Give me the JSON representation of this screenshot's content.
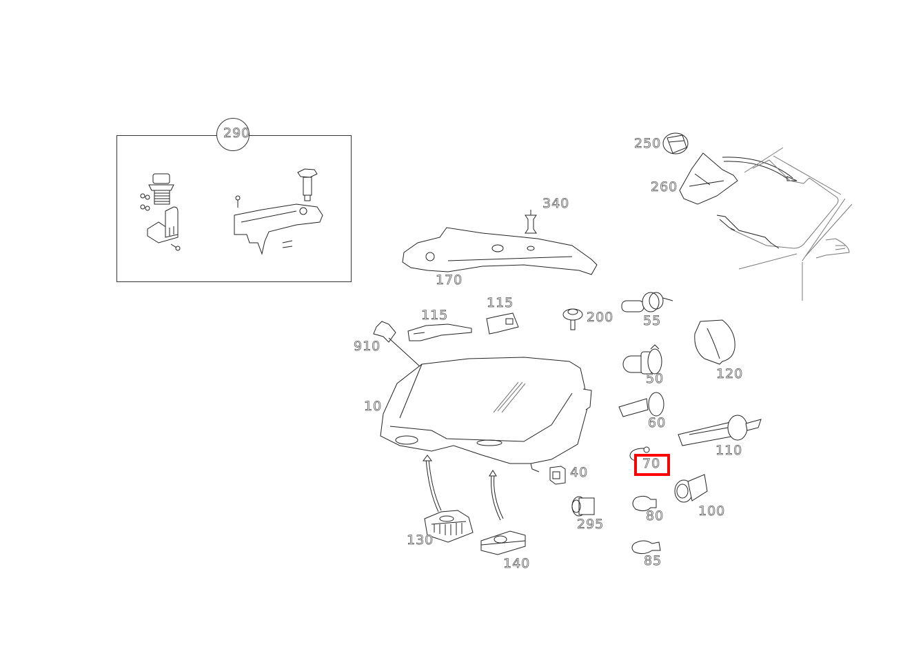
{
  "diagram": {
    "type": "exploded-parts-diagram",
    "subject": "headlamp assembly",
    "highlight": {
      "part": "70",
      "color": "#ff0000"
    },
    "inset": {
      "callout": "290"
    },
    "labels": [
      {
        "id": "290",
        "text": "290"
      },
      {
        "id": "250",
        "text": "250"
      },
      {
        "id": "260",
        "text": "260"
      },
      {
        "id": "340",
        "text": "340"
      },
      {
        "id": "170",
        "text": "170"
      },
      {
        "id": "115a",
        "text": "115"
      },
      {
        "id": "115b",
        "text": "115"
      },
      {
        "id": "200",
        "text": "200"
      },
      {
        "id": "910",
        "text": "910"
      },
      {
        "id": "55",
        "text": "55"
      },
      {
        "id": "50",
        "text": "50"
      },
      {
        "id": "120",
        "text": "120"
      },
      {
        "id": "10",
        "text": "10"
      },
      {
        "id": "60",
        "text": "60"
      },
      {
        "id": "110",
        "text": "110"
      },
      {
        "id": "70",
        "text": "70"
      },
      {
        "id": "40",
        "text": "40"
      },
      {
        "id": "295",
        "text": "295"
      },
      {
        "id": "80",
        "text": "80"
      },
      {
        "id": "100",
        "text": "100"
      },
      {
        "id": "130",
        "text": "130"
      },
      {
        "id": "140",
        "text": "140"
      },
      {
        "id": "85",
        "text": "85"
      }
    ]
  }
}
